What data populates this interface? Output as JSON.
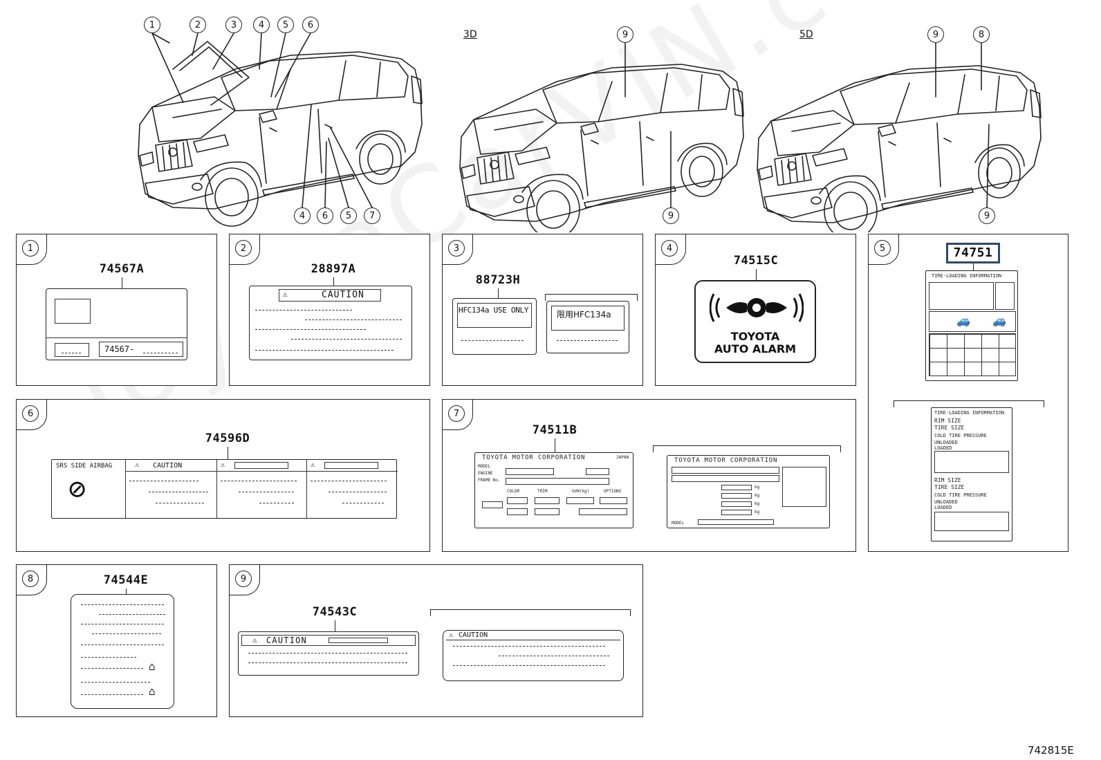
{
  "header": {
    "variant_3d": "3D",
    "variant_5d": "5D",
    "vehicle_callouts": [
      "1",
      "2",
      "3",
      "4",
      "5",
      "6",
      "9",
      "9",
      "8",
      "4",
      "6",
      "5",
      "7",
      "9",
      "9"
    ]
  },
  "panels": [
    {
      "num": "1",
      "part": "74567A",
      "sub": "74567-"
    },
    {
      "num": "2",
      "part": "28897A",
      "caution": "CAUTION"
    },
    {
      "num": "3",
      "part": "88723H",
      "left_text": "HFC134a USE ONLY",
      "right_text": "限用HFC134a"
    },
    {
      "num": "4",
      "part": "74515C",
      "line1": "TOYOTA",
      "line2": "AUTO ALARM"
    },
    {
      "num": "5",
      "part": "74751",
      "title": "TIRE-LOADING INFORMATION",
      "tire_title": "TIRE-LOADING INFORMATION",
      "rim_size": "RIM SIZE",
      "tire_size": "TIRE SIZE",
      "cold_tire": "COLD TIRE PRESSURE",
      "unloaded": "UNLOADED",
      "loaded": "LOADED"
    },
    {
      "num": "6",
      "part": "74596D",
      "srs": "SRS SIDE AIRBAG",
      "caution": "CAUTION"
    },
    {
      "num": "7",
      "part": "74511B",
      "corp": "TOYOTA MOTOR CORPORATION",
      "japan": "JAPAN",
      "model": "MODEL",
      "engine": "ENGINE",
      "frame": "FRAME No.",
      "color": "COLOR",
      "trim": "TRIM",
      "gvw": "GVW(kg)",
      "options": "OPTIONS",
      "kg": "kg"
    },
    {
      "num": "8",
      "part": "74544E"
    },
    {
      "num": "9",
      "part": "74543C",
      "caution": "CAUTION"
    }
  ],
  "footer": {
    "drawing_id": "742815E"
  },
  "watermark": "ToyotaCarVIN.com",
  "colors": {
    "line": "#222222",
    "background": "#ffffff",
    "highlight_box": "#2a4a6a"
  }
}
